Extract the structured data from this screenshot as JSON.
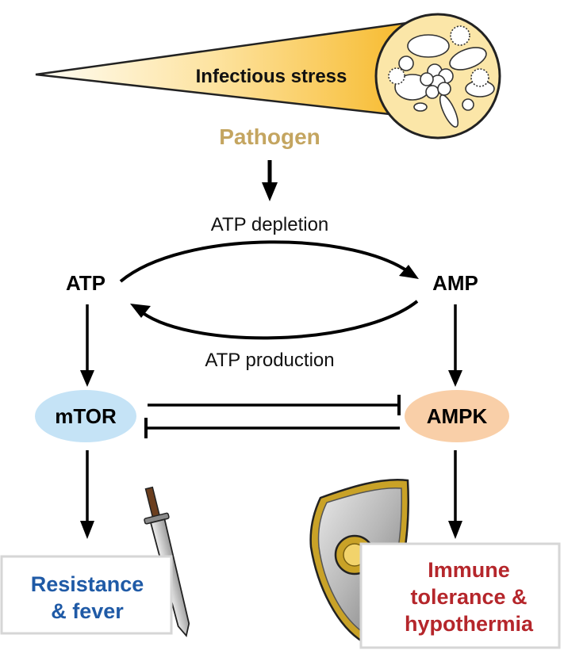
{
  "banner": {
    "label": "Infectious stress"
  },
  "pathogen": {
    "label": "Pathogen"
  },
  "cycle": {
    "top_label": "ATP depletion",
    "bottom_label": "ATP production",
    "left_node": "ATP",
    "right_node": "AMP"
  },
  "kinases": {
    "left": "mTOR",
    "right": "AMPK"
  },
  "outcomes": {
    "resistance": {
      "line1": "Resistance",
      "line2": "& fever"
    },
    "tolerance": {
      "line1": "Immune",
      "line2": "tolerance &",
      "line3": "hypothermia"
    }
  },
  "icons": {
    "pathogen_cluster": "pathogen-cluster-icon",
    "sword": "sword-icon",
    "shield": "shield-icon"
  },
  "colors": {
    "pathogen_label": "#C4A560",
    "banner_light": "#FFF6DC",
    "banner_dark": "#F6B51F",
    "circle_fill": "#FBE6A8",
    "mtor_fill": "#C5E3F6",
    "ampk_fill": "#F9CFA8",
    "resistance_text": "#1F5AA6",
    "tolerance_text": "#B5262B",
    "box_border": "#D6D6D6"
  }
}
